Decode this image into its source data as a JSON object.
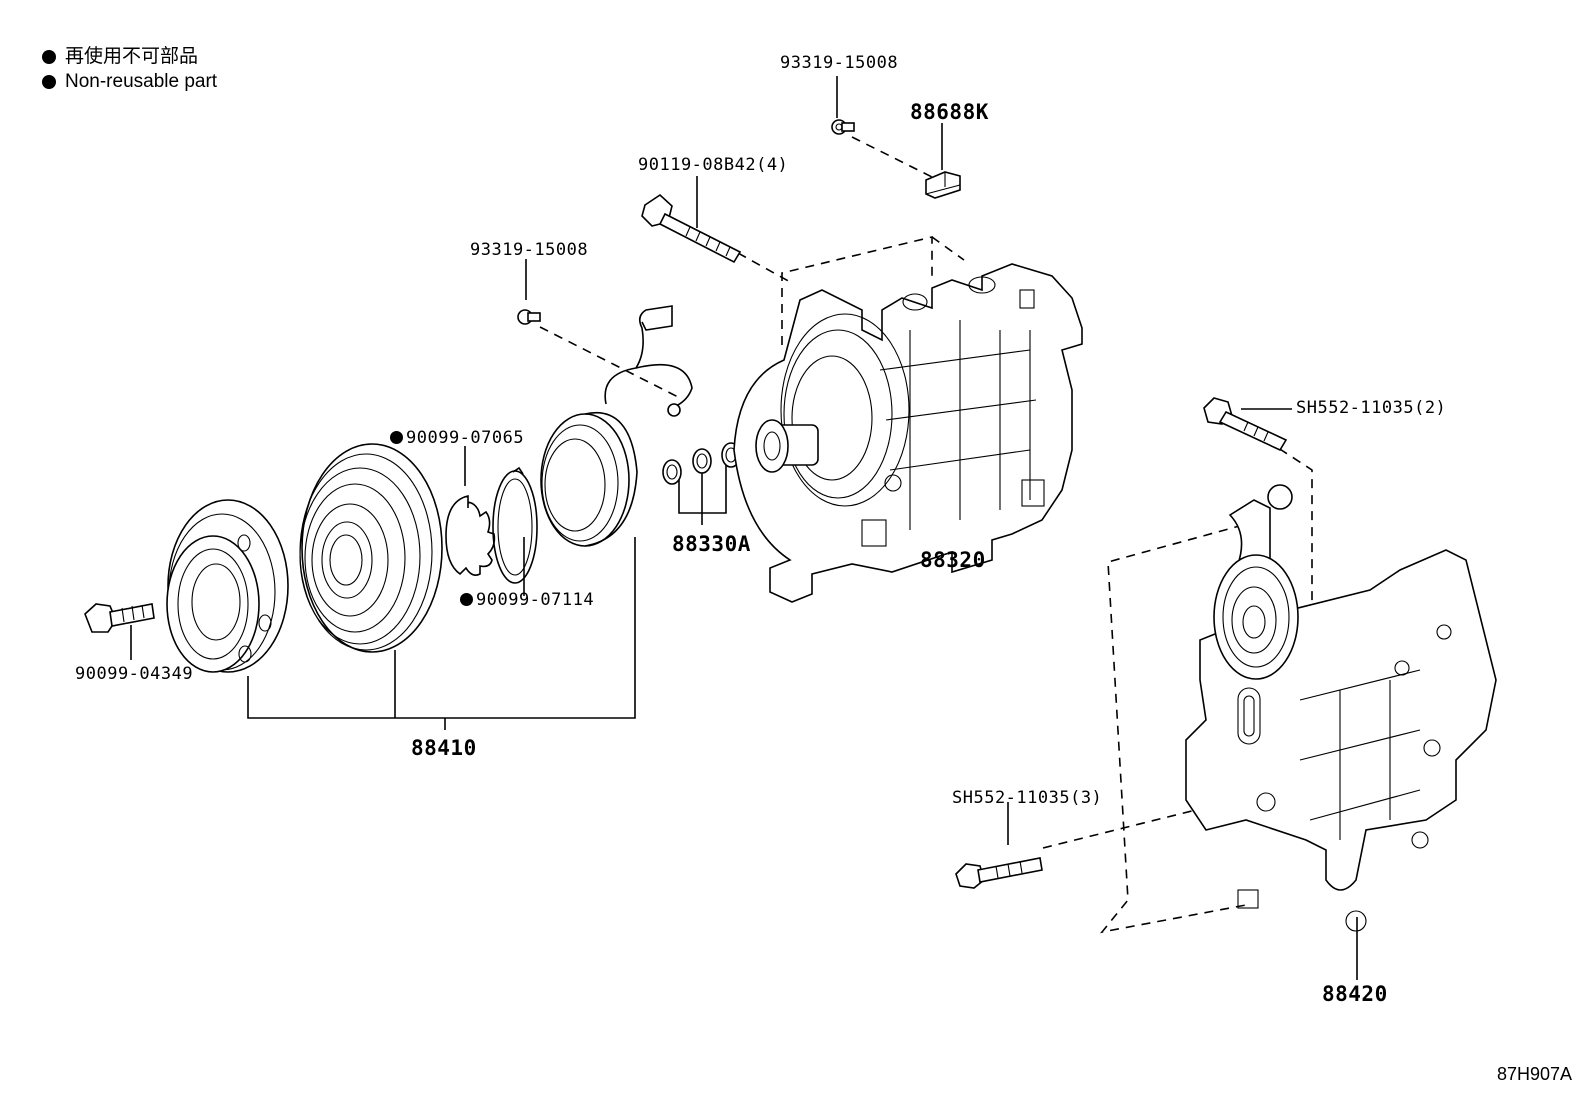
{
  "legend": {
    "line_ja": "再使用不可部品",
    "line_en": "Non-reusable part"
  },
  "labels": {
    "bolt_top_small": "93319-15008",
    "bracket_clip": "88688K",
    "through_bolt": "90119-08B42(4)",
    "screw_left": "93319-15008",
    "ring_a": "90099-07065",
    "ring_b": "90099-07114",
    "shims": "88330A",
    "compressor": "88320",
    "bolt_hub": "90099-04349",
    "clutch_assy": "88410",
    "bolt_bracket_top": "SH552-11035(2)",
    "bolt_bracket_low": "SH552-11035(3)",
    "bracket": "88420"
  },
  "figure_code": "87H907A",
  "icons": [
    "filled-dot-icon"
  ]
}
